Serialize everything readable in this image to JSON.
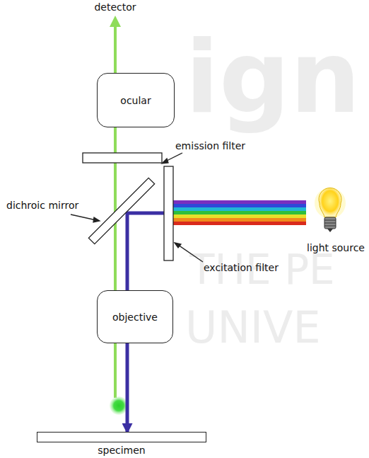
{
  "diagram": {
    "nodes": [
      {
        "text": [
          "ocular"
        ]
      },
      {
        "text": [
          "objective"
        ]
      },
      {
        "text": [
          "specimen"
        ]
      }
    ],
    "edges": [
      {
        "from": 1,
        "to": 0,
        "arrow": "none"
      },
      {
        "from": 1,
        "to": 2,
        "arrow": "to"
      }
    ],
    "labels": [
      "detector",
      "emission filter",
      "dichroic mirror",
      "light source",
      "excitation filter",
      "ign",
      "THE PE",
      "UNIVE"
    ]
  }
}
